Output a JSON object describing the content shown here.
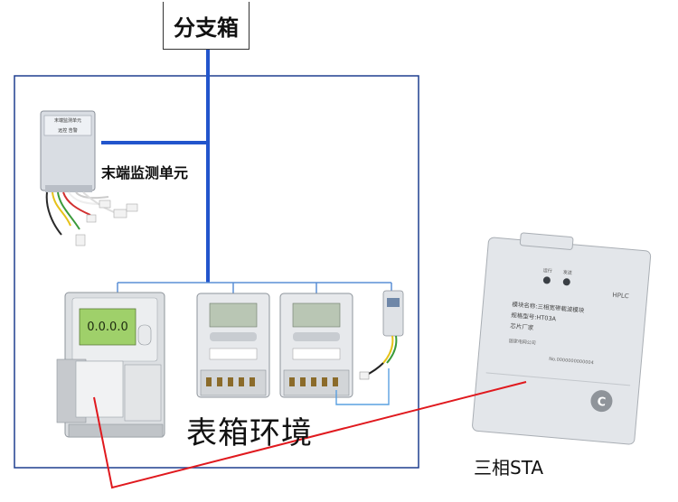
{
  "top_box": {
    "label": "分支箱"
  },
  "monitor_unit": {
    "label": "末端监测单元",
    "panel_title": "末端监测单元",
    "panel_buttons": "远控  告警"
  },
  "meter_env": {
    "label": "表箱环境"
  },
  "sta_module": {
    "label": "三相STA",
    "badge": "HPLC",
    "led_left": "运行",
    "led_right": "发送",
    "line1": "模块名称:三相宽带载波模块",
    "line2": "规格型号:HT03A",
    "line3": "芯片厂家",
    "maker": "国家电网公司",
    "serial": "No.0000000000004",
    "logo": "C"
  },
  "meters": {
    "three_phase_display": "0.0.0.0"
  },
  "colors": {
    "bus_line": "#2255cc",
    "frame": "#1f3f8f",
    "red_line": "#e0191e",
    "thin_line": "#5a8fd6"
  }
}
